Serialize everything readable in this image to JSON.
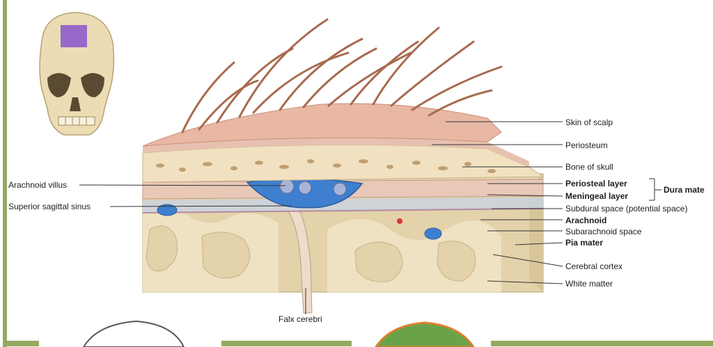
{
  "labels": {
    "skin_of_scalp": "Skin of scalp",
    "periosteum": "Periosteum",
    "bone_of_skull": "Bone of skull",
    "periosteal_layer": "Periosteal layer",
    "meningeal_layer": "Meningeal layer",
    "dura_mater": "Dura mate",
    "subdural_space": "Subdural space (potential space)",
    "arachnoid": "Arachnoid",
    "subarachnoid_space": "Subarachnoid space",
    "pia_mater": "Pia mater",
    "cerebral_cortex": "Cerebral cortex",
    "white_matter": "White matter",
    "arachnoid_villus": "Arachnoid villus",
    "superior_sagittal_sinus": "Superior sagittal sinus",
    "falx_cerebri": "Falx cerebri"
  },
  "colors": {
    "frame_green": "#94ab5e",
    "scalp": "#e8b8a4",
    "bone": "#f1e1c0",
    "dura": "#e9c8b8",
    "sinus_blue": "#3f7fcf",
    "cortex": "#e0cfa8",
    "highlight_purple": "#8a55cc"
  }
}
